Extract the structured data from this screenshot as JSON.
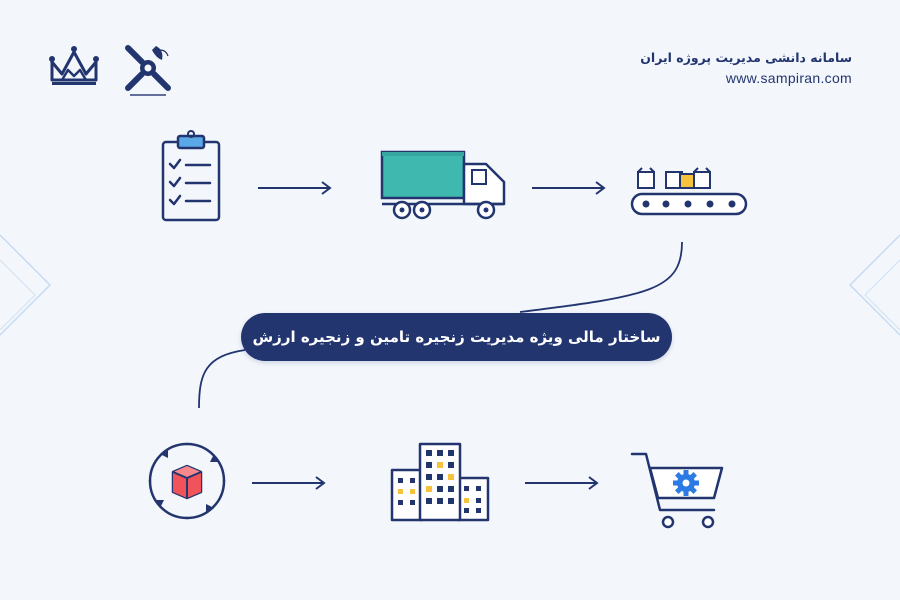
{
  "header": {
    "site_title": "سامانه دانشی مدیریت پروژه ایران",
    "site_url": "www.sampiran.com"
  },
  "logos": {
    "crown_logo": "crown-logo-icon",
    "association_logo": "association-emblem-icon"
  },
  "diagram": {
    "center_label": "ساختار مالی ویژه مدیریت زنجیره تامین و زنجیره ارزش",
    "top_row": [
      "clipboard-checklist-icon",
      "delivery-truck-icon",
      "conveyor-belt-icon"
    ],
    "bottom_row": [
      "cycle-box-icon",
      "office-buildings-icon",
      "shopping-cart-icon"
    ]
  },
  "colors": {
    "navy": "#23356f",
    "teal": "#3fb8b0",
    "red": "#f0545a",
    "yellow": "#f7c23b",
    "background": "#f3f7fc",
    "chevron": "#bcd4ee"
  }
}
